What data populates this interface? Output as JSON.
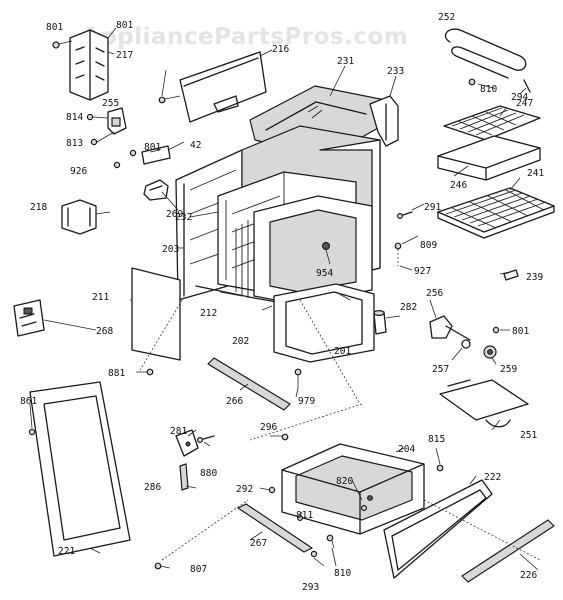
{
  "watermark": "AppliancePartsPros.com",
  "callouts": [
    {
      "id": "801"
    },
    {
      "id": "217"
    },
    {
      "id": "216"
    },
    {
      "id": "231"
    },
    {
      "id": "233"
    },
    {
      "id": "252"
    },
    {
      "id": "810"
    },
    {
      "id": "294"
    },
    {
      "id": "247"
    },
    {
      "id": "814"
    },
    {
      "id": "255"
    },
    {
      "id": "813"
    },
    {
      "id": "801"
    },
    {
      "id": "42"
    },
    {
      "id": "926"
    },
    {
      "id": "269"
    },
    {
      "id": "246"
    },
    {
      "id": "241"
    },
    {
      "id": "218"
    },
    {
      "id": "232"
    },
    {
      "id": "291"
    },
    {
      "id": "203"
    },
    {
      "id": "809"
    },
    {
      "id": "954"
    },
    {
      "id": "927"
    },
    {
      "id": "239"
    },
    {
      "id": "211"
    },
    {
      "id": "268"
    },
    {
      "id": "212"
    },
    {
      "id": "282"
    },
    {
      "id": "256"
    },
    {
      "id": "202"
    },
    {
      "id": "201"
    },
    {
      "id": "801"
    },
    {
      "id": "257"
    },
    {
      "id": "259"
    },
    {
      "id": "881"
    },
    {
      "id": "266"
    },
    {
      "id": "979"
    },
    {
      "id": "251"
    },
    {
      "id": "861"
    },
    {
      "id": "296"
    },
    {
      "id": "204"
    },
    {
      "id": "815"
    },
    {
      "id": "281"
    },
    {
      "id": "880"
    },
    {
      "id": "222"
    },
    {
      "id": "286"
    },
    {
      "id": "292"
    },
    {
      "id": "820"
    },
    {
      "id": "811"
    },
    {
      "id": "221"
    },
    {
      "id": "267"
    },
    {
      "id": "807"
    },
    {
      "id": "810"
    },
    {
      "id": "293"
    },
    {
      "id": "226"
    },
    {
      "id": "801"
    }
  ]
}
